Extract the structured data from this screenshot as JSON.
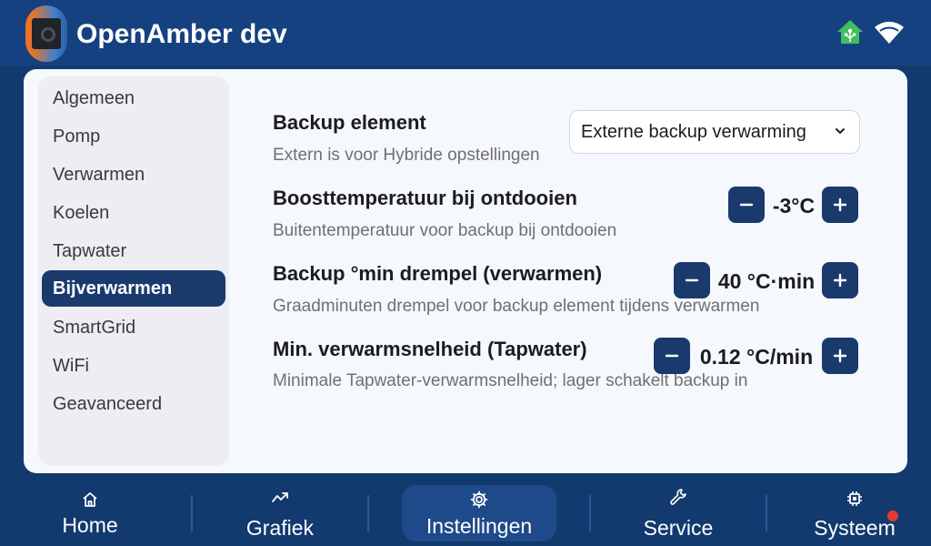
{
  "header": {
    "title": "OpenAmber dev",
    "icons": [
      "home-assistant-icon",
      "wifi-icon"
    ],
    "ha_color": "#3fbf5f"
  },
  "sidebar": {
    "items": [
      {
        "label": "Algemeen",
        "active": false
      },
      {
        "label": "Pomp",
        "active": false
      },
      {
        "label": "Verwarmen",
        "active": false
      },
      {
        "label": "Koelen",
        "active": false
      },
      {
        "label": "Tapwater",
        "active": false
      },
      {
        "label": "Bijverwarmen",
        "active": true
      },
      {
        "label": "SmartGrid",
        "active": false
      },
      {
        "label": "WiFi",
        "active": false
      },
      {
        "label": "Geavanceerd",
        "active": false
      }
    ]
  },
  "settings": [
    {
      "title": "Backup element",
      "description": "Extern is voor Hybride opstellingen",
      "control": "select",
      "value": "Externe backup verwarming"
    },
    {
      "title": "Boosttemperatuur bij ontdooien",
      "description": "Buitentemperatuur voor backup bij ontdooien",
      "control": "stepper",
      "value": "-3°C"
    },
    {
      "title": "Backup °min drempel (verwarmen)",
      "description": "Graadminuten drempel voor backup element tijdens verwarmen",
      "control": "stepper",
      "value": "40 °C·min"
    },
    {
      "title": "Min. verwarmsnelheid (Tapwater)",
      "description": "Minimale Tapwater-verwarmsnelheid; lager schakelt backup in",
      "control": "stepper",
      "value": "0.12 °C/min"
    }
  ],
  "bottom_nav": {
    "tabs": [
      {
        "label": "Home",
        "icon": "home-icon",
        "active": false
      },
      {
        "label": "Grafiek",
        "icon": "chart-icon",
        "active": false
      },
      {
        "label": "Instellingen",
        "icon": "gear-icon",
        "active": true
      },
      {
        "label": "Service",
        "icon": "wrench-icon",
        "active": false
      },
      {
        "label": "Systeem",
        "icon": "chip-icon",
        "active": false
      }
    ],
    "notification_color": "#e53935"
  },
  "colors": {
    "header_bg": "#164180",
    "page_bg": "#123a6e",
    "accent": "#1a3a6e",
    "card_bg": "#f5f8fc"
  }
}
